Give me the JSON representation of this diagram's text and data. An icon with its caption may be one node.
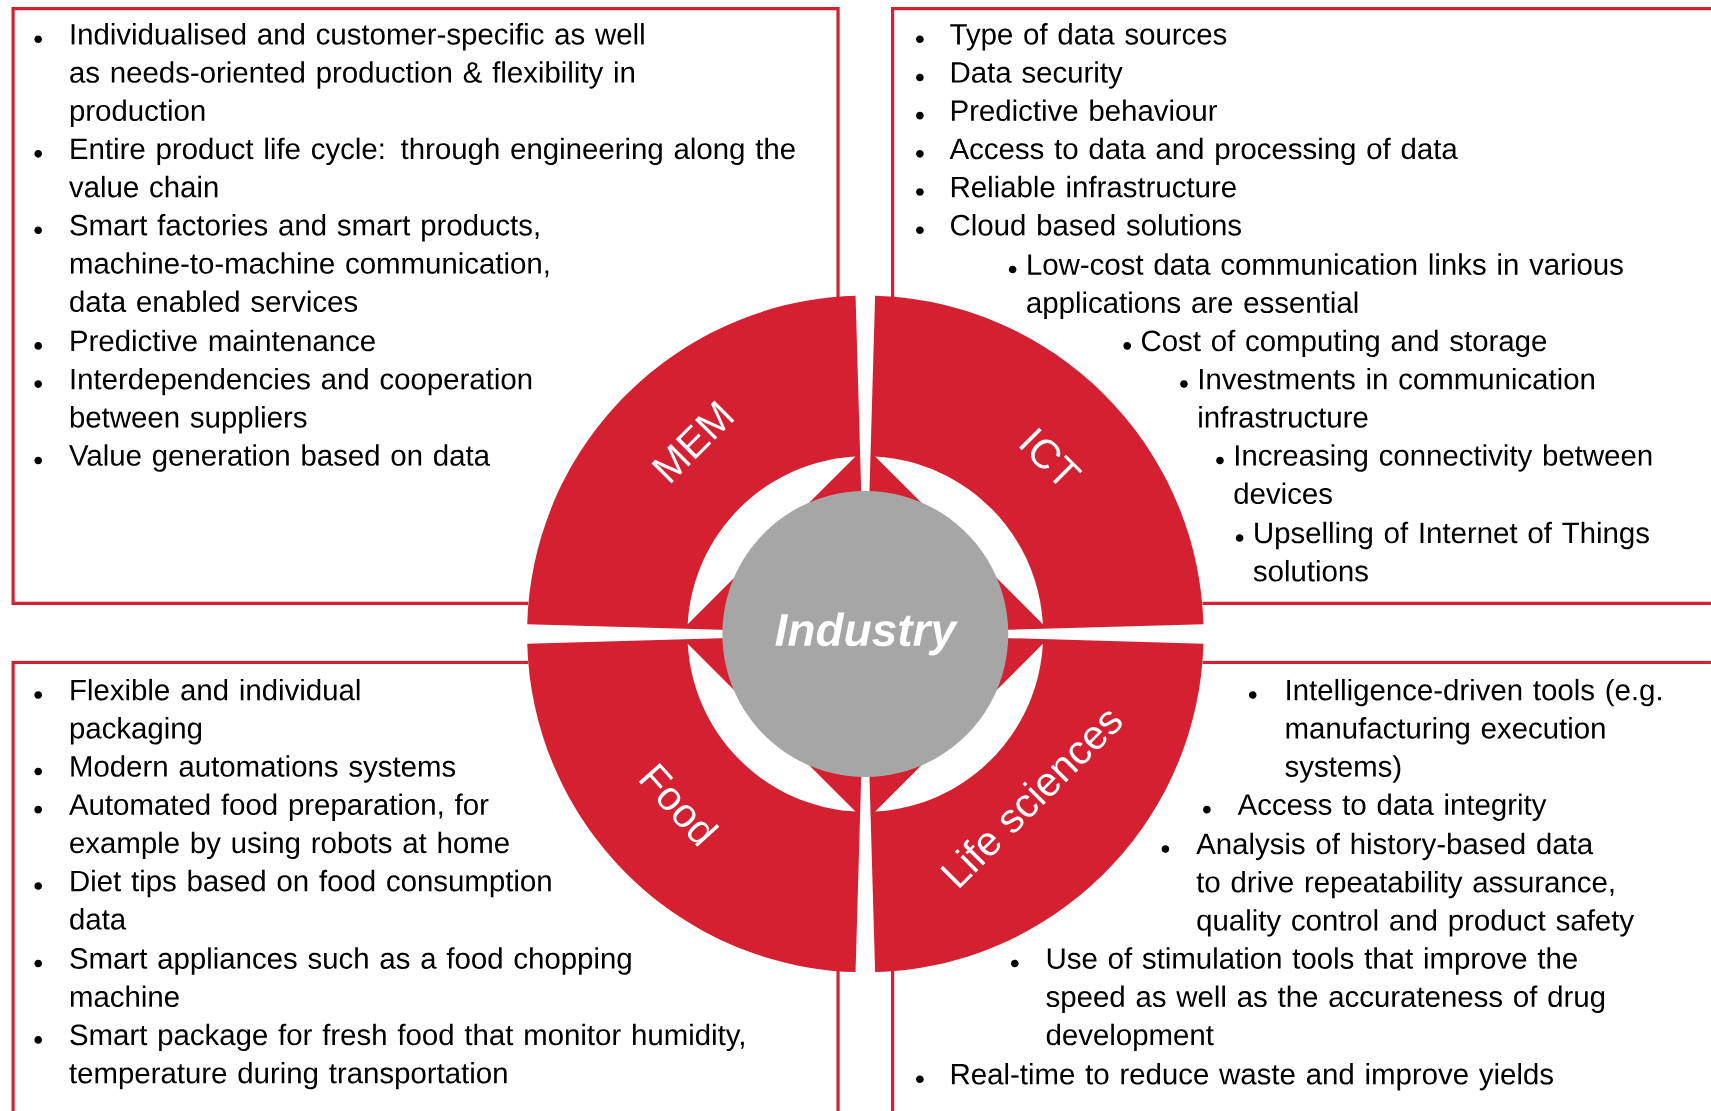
{
  "diagram": {
    "nodes": [
      {
        "text": [
          "Individualised and customer-specific as well as needs-oriented production & flexibility in production",
          "Entire product life cycle: through engineering along the value chain",
          "Smart factories and smart products, machine-to-machine communication, data enabled services",
          "Predictive maintenance",
          "Interdependencies and cooperation between suppliers",
          "Value generation based on data"
        ]
      },
      {
        "text": [
          "Type of data sources",
          "Data security",
          "Predictive behaviour",
          "Access to data and processing of data",
          "Reliable infrastructure",
          "Cloud based solutions",
          "Low-cost data communication links in various applications are essential",
          "Cost of computing and storage",
          "Investments in communication infrastructure",
          "Increasing connectivity between devices",
          "Upselling of Internet of Things solutions"
        ]
      },
      {
        "text": [
          "Flexible and individual packaging",
          "Modern automations systems",
          "Automated food preparation, for example by using robots at home",
          "Diet tips based on food consumption data",
          "Smart appliances such as a food chopping machine",
          "Smart package for fresh food that monitor humidity, temperature during transportation"
        ]
      },
      {
        "text": [
          "Intelligence-driven tools (e.g. manufacturing execution systems)",
          "Access to data integrity",
          "Analysis of history-based data to drive repeatability assurance, quality control and product safety",
          "Use of stimulation tools that improve the speed as well as the accurateness of drug development",
          "Real-time to reduce waste and improve yields"
        ]
      },
      {
        "text": [
          "MEM"
        ]
      },
      {
        "text": [
          "ICT"
        ]
      },
      {
        "text": [
          "Food"
        ]
      },
      {
        "text": [
          "Life sciences"
        ]
      },
      {
        "text": [
          "Industry"
        ]
      }
    ]
  }
}
